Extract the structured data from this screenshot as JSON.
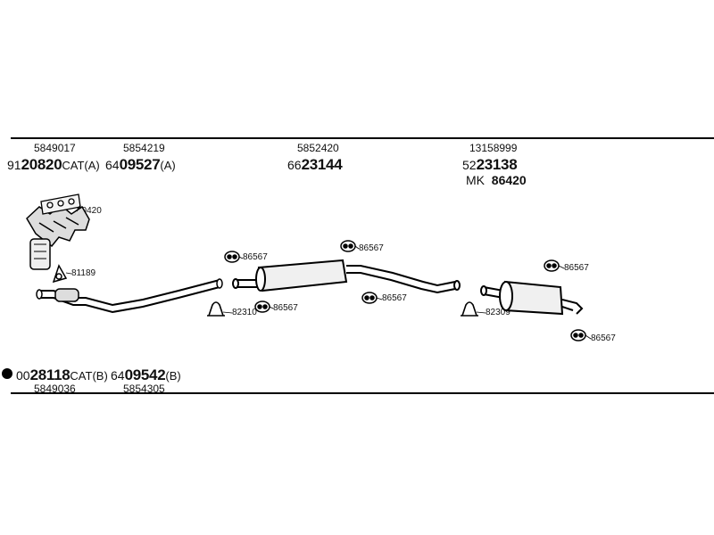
{
  "parts": {
    "manifold": {
      "oe": "5849017",
      "prefix": "91",
      "number": "20820",
      "suffix": "CAT(A)"
    },
    "front_pipe": {
      "oe": "5854219",
      "prefix": "64",
      "number": "09527",
      "suffix": "(A)"
    },
    "middle_silencer": {
      "oe": "5852420",
      "prefix": "66",
      "number": "23144",
      "suffix": ""
    },
    "rear_silencer": {
      "oe": "13158999",
      "prefix": "52",
      "number": "23138",
      "suffix": ""
    },
    "mounting_kit": {
      "prefix": "MK",
      "number": "86420"
    },
    "manifold_b": {
      "oe": "5849036",
      "prefix": "00",
      "number": "28118",
      "suffix": "CAT(B)"
    },
    "front_pipe_b": {
      "oe": "5854305",
      "prefix": "64",
      "number": "09542",
      "suffix": "(B)"
    }
  },
  "callouts": {
    "gasket_manifold": "80420",
    "gasket_front": "81189",
    "hanger_1": "86567",
    "hanger_2": "86567",
    "hanger_3": "86567",
    "hanger_4": "86567",
    "hanger_5": "86567",
    "hanger_6": "86567",
    "clamp_1": "82310",
    "clamp_2": "82309"
  }
}
